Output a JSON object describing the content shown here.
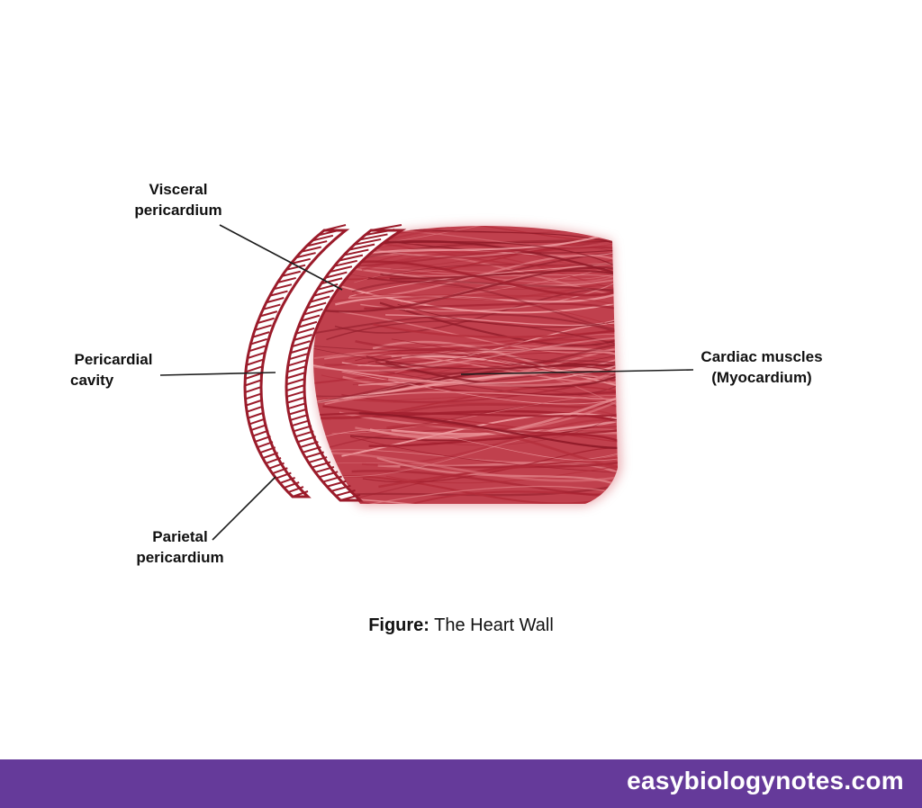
{
  "labels": {
    "visceral": [
      "Visceral",
      "pericardium"
    ],
    "pericardial_cavity": [
      "Pericardial",
      "cavity"
    ],
    "parietal": [
      "Parietal",
      "pericardium"
    ],
    "cardiac": [
      "Cardiac muscles",
      "(Myocardium)"
    ]
  },
  "caption": {
    "bold": "Figure:",
    "text": " The Heart Wall"
  },
  "footer": {
    "site": "easybiologynotes.com"
  },
  "colors": {
    "membrane": "#9b1b2a",
    "muscle": "#c0404d",
    "muscle_light": "#e88c91",
    "footer_bg": "#653a9a"
  }
}
